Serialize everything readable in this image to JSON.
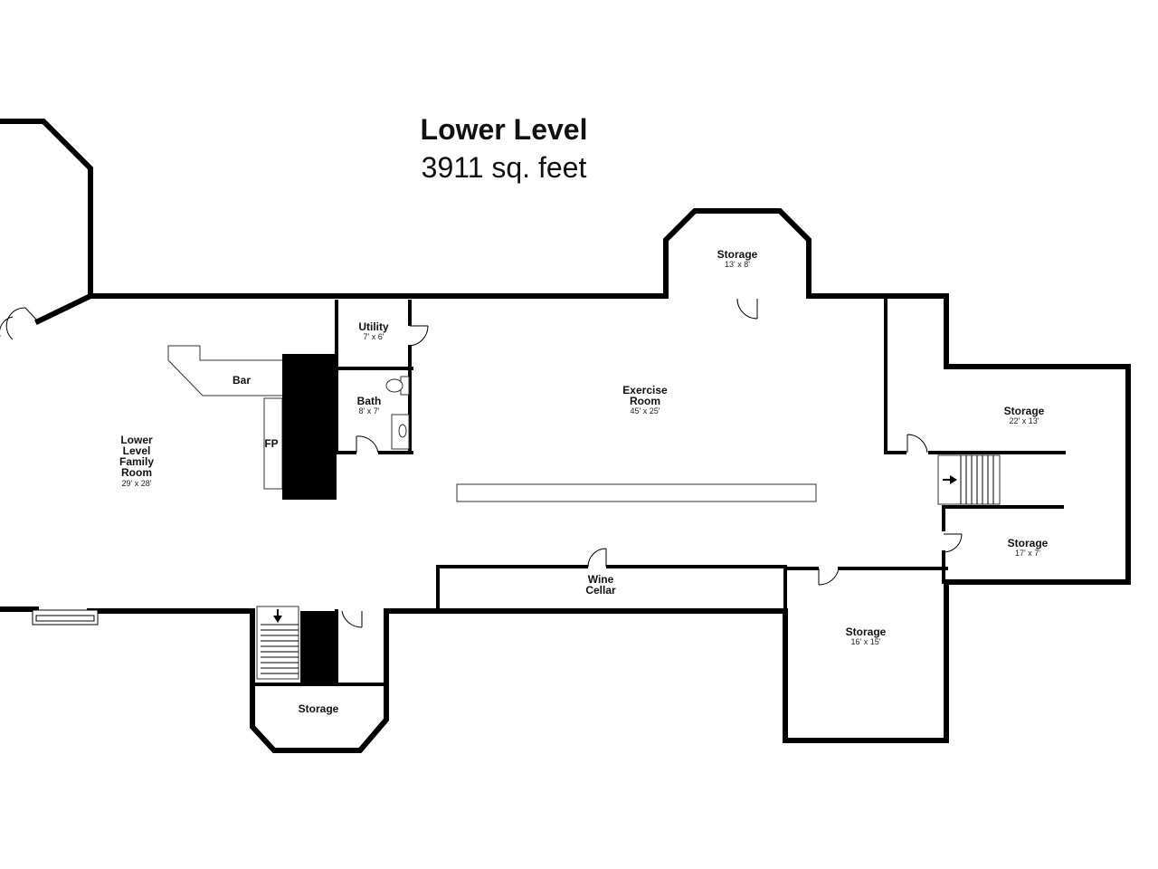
{
  "header": {
    "title": "Lower Level",
    "area": "3911 sq. feet"
  },
  "rooms": {
    "family_room": {
      "lines": [
        "Lower",
        "Level",
        "Family",
        "Room"
      ],
      "dims": "29' x 28'"
    },
    "bar": {
      "name": "Bar"
    },
    "fireplace": {
      "name": "FP"
    },
    "utility": {
      "name": "Utility",
      "dims": "7' x 6'"
    },
    "bath": {
      "name": "Bath",
      "dims": "8' x 7'"
    },
    "exercise": {
      "lines": [
        "Exercise",
        "Room"
      ],
      "dims": "45' x 25'"
    },
    "storage_top": {
      "name": "Storage",
      "dims": "13' x 8'"
    },
    "storage_right_upper": {
      "name": "Storage",
      "dims": "22' x 13'"
    },
    "storage_right_lower": {
      "name": "Storage",
      "dims": "17' x 7'"
    },
    "wine_cellar": {
      "lines": [
        "Wine",
        "Cellar"
      ]
    },
    "storage_bottom_right": {
      "name": "Storage",
      "dims": "16' x 15'"
    },
    "storage_bottom_left": {
      "name": "Storage"
    }
  },
  "icons": {
    "stairs_down_arrow": "arrow-down-icon",
    "stairs_right_arrow": "arrow-right-icon"
  }
}
